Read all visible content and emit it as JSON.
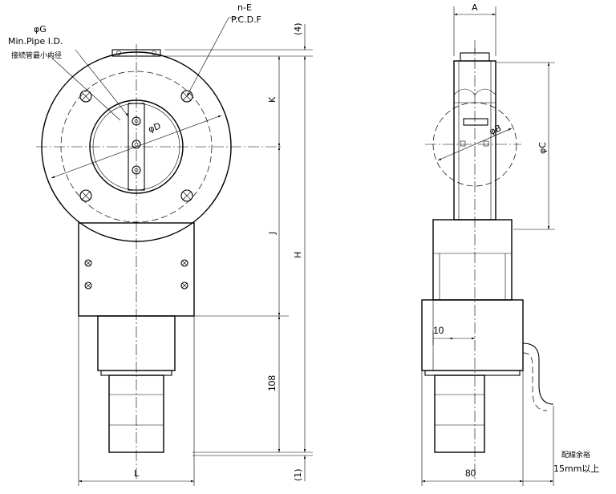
{
  "labels": {
    "phi_g": "φG",
    "min_pipe": "Min.Pipe I.D.",
    "connect_pipe_min_id": "接続管最小内径",
    "n_e": "n-E",
    "pcd_f": "P.C.D.F",
    "phi_d": "φD",
    "k": "K",
    "j": "J",
    "h": "H",
    "dim_4": "(4)",
    "dim_1": "(1)",
    "dim_108": "108",
    "l": "L",
    "a": "A",
    "phi_b": "φB",
    "phi_c": "φC",
    "dim_10": "10",
    "dim_80": "80",
    "wiring_margin": "配線余裕",
    "wiring_15mm": "15mm以上"
  }
}
